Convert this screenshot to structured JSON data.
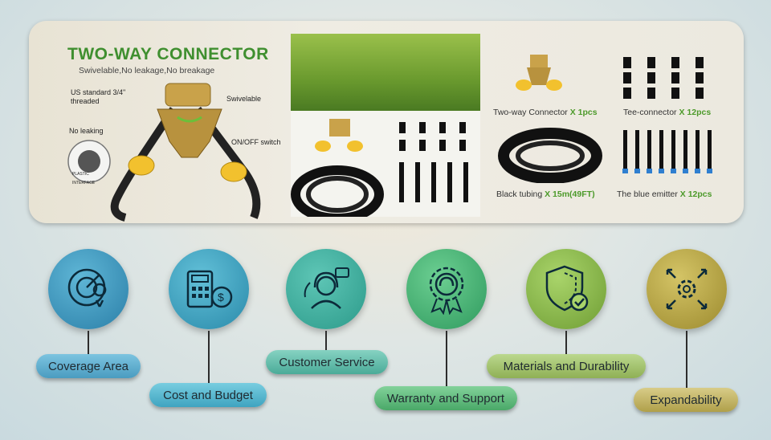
{
  "product": {
    "title": "TWO-WAY CONNECTOR",
    "subtitle": "Swivelable,No leakage,No breakage",
    "callouts": {
      "threaded": "US standard 3/4\" threaded",
      "swivelable": "Swivelable",
      "no_leaking": "No leaking",
      "onoff": "ON/OFF switch",
      "plastic": "PLASTIC INTERFACE"
    }
  },
  "components": [
    {
      "name": "Two-way Connector",
      "qty": "X 1pcs"
    },
    {
      "name": "Tee-connector",
      "qty": "X 12pcs"
    },
    {
      "name": "Black tubing",
      "qty": "X 15m(49FT)"
    },
    {
      "name": "The blue emitter",
      "qty": "X 12pcs"
    }
  ],
  "features": [
    {
      "label": "Coverage Area",
      "icon": "radar-location-icon",
      "color": "#3b8fb0"
    },
    {
      "label": "Cost and Budget",
      "icon": "calculator-dollar-icon",
      "color": "#3a9eb8"
    },
    {
      "label": "Customer Service",
      "icon": "support-agent-icon",
      "color": "#3ba89a"
    },
    {
      "label": "Warranty and Support",
      "icon": "badge-headset-icon",
      "color": "#45a86a"
    },
    {
      "label": "Materials and Durability",
      "icon": "shield-check-icon",
      "color": "#7aa83e"
    },
    {
      "label": "Expandability",
      "icon": "gear-arrows-icon",
      "color": "#a89a3a"
    }
  ]
}
